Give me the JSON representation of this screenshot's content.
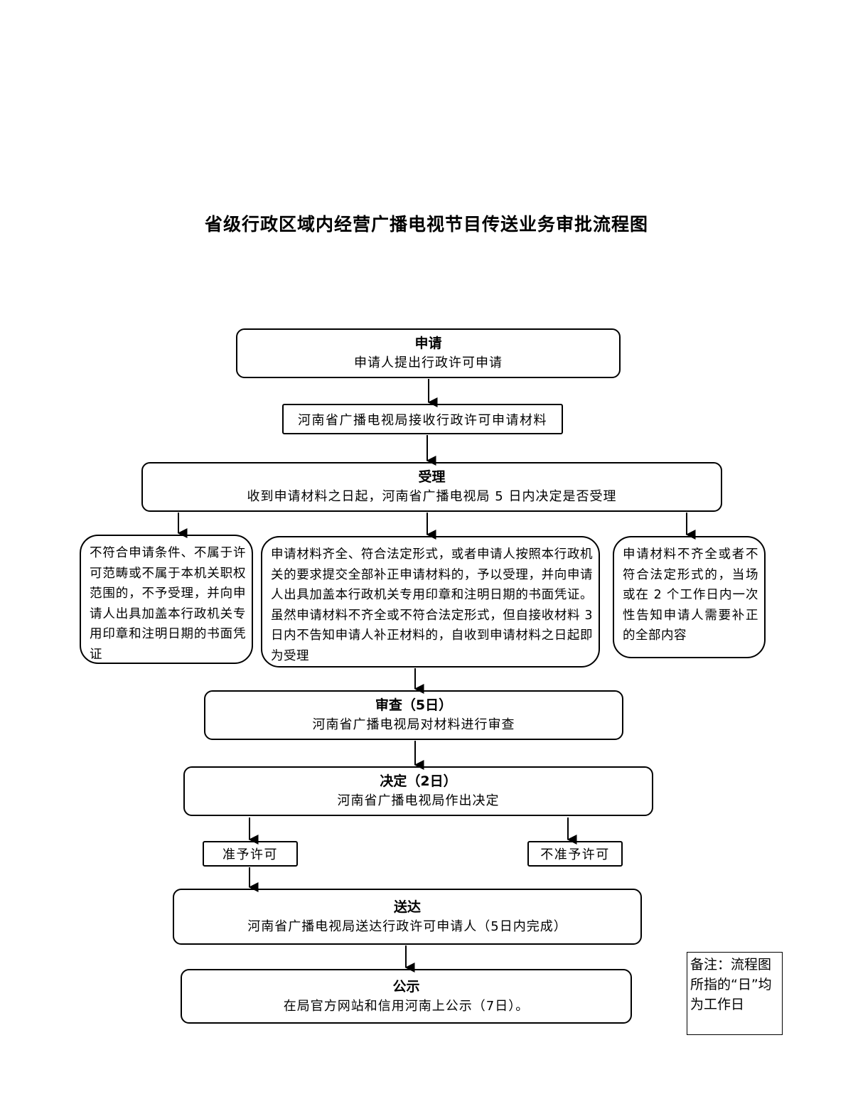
{
  "title": "省级行政区域内经营广播电视节目传送业务审批流程图",
  "steps": {
    "apply": {
      "heading": "申请",
      "desc": "申请人提出行政许可申请"
    },
    "receive": {
      "desc": "河南省广播电视局接收行政许可申请材料"
    },
    "accept": {
      "heading": "受理",
      "desc": "收到申请材料之日起，河南省广播电视局 5 日内决定是否受理"
    },
    "reject_branch": {
      "desc": "不符合申请条件、不属于许可范畴或不属于本机关职权范围的，不予受理，并向申请人出具加盖本行政机关专用印章和注明日期的书面凭证"
    },
    "accept_branch": {
      "desc": "申请材料齐全、符合法定形式，或者申请人按照本行政机关的要求提交全部补正申请材料的，予以受理，并向申请人出具加盖本行政机关专用印章和注明日期的书面凭证。虽然申请材料不齐全或不符合法定形式，但自接收材料 3 日内不告知申请人补正材料的，自收到申请材料之日起即为受理"
    },
    "supplement_branch": {
      "desc": "申请材料不齐全或者不符合法定形式的，当场或在 2 个工作日内一次性告知申请人需要补正的全部内容"
    },
    "review": {
      "heading": "审查（5日）",
      "desc": "河南省广播电视局对材料进行审查"
    },
    "decide": {
      "heading": "决定（2日）",
      "desc": "河南省广播电视局作出决定"
    },
    "approve": {
      "desc": "准予许可"
    },
    "deny": {
      "desc": "不准予许可"
    },
    "deliver": {
      "heading": "送达",
      "desc": "河南省广播电视局送达行政许可申请人（5日内完成）"
    },
    "publish": {
      "heading": "公示",
      "desc": "在局官方网站和信用河南上公示（7日）。"
    }
  },
  "note": "备注：流程图所指的“日”均为工作日"
}
